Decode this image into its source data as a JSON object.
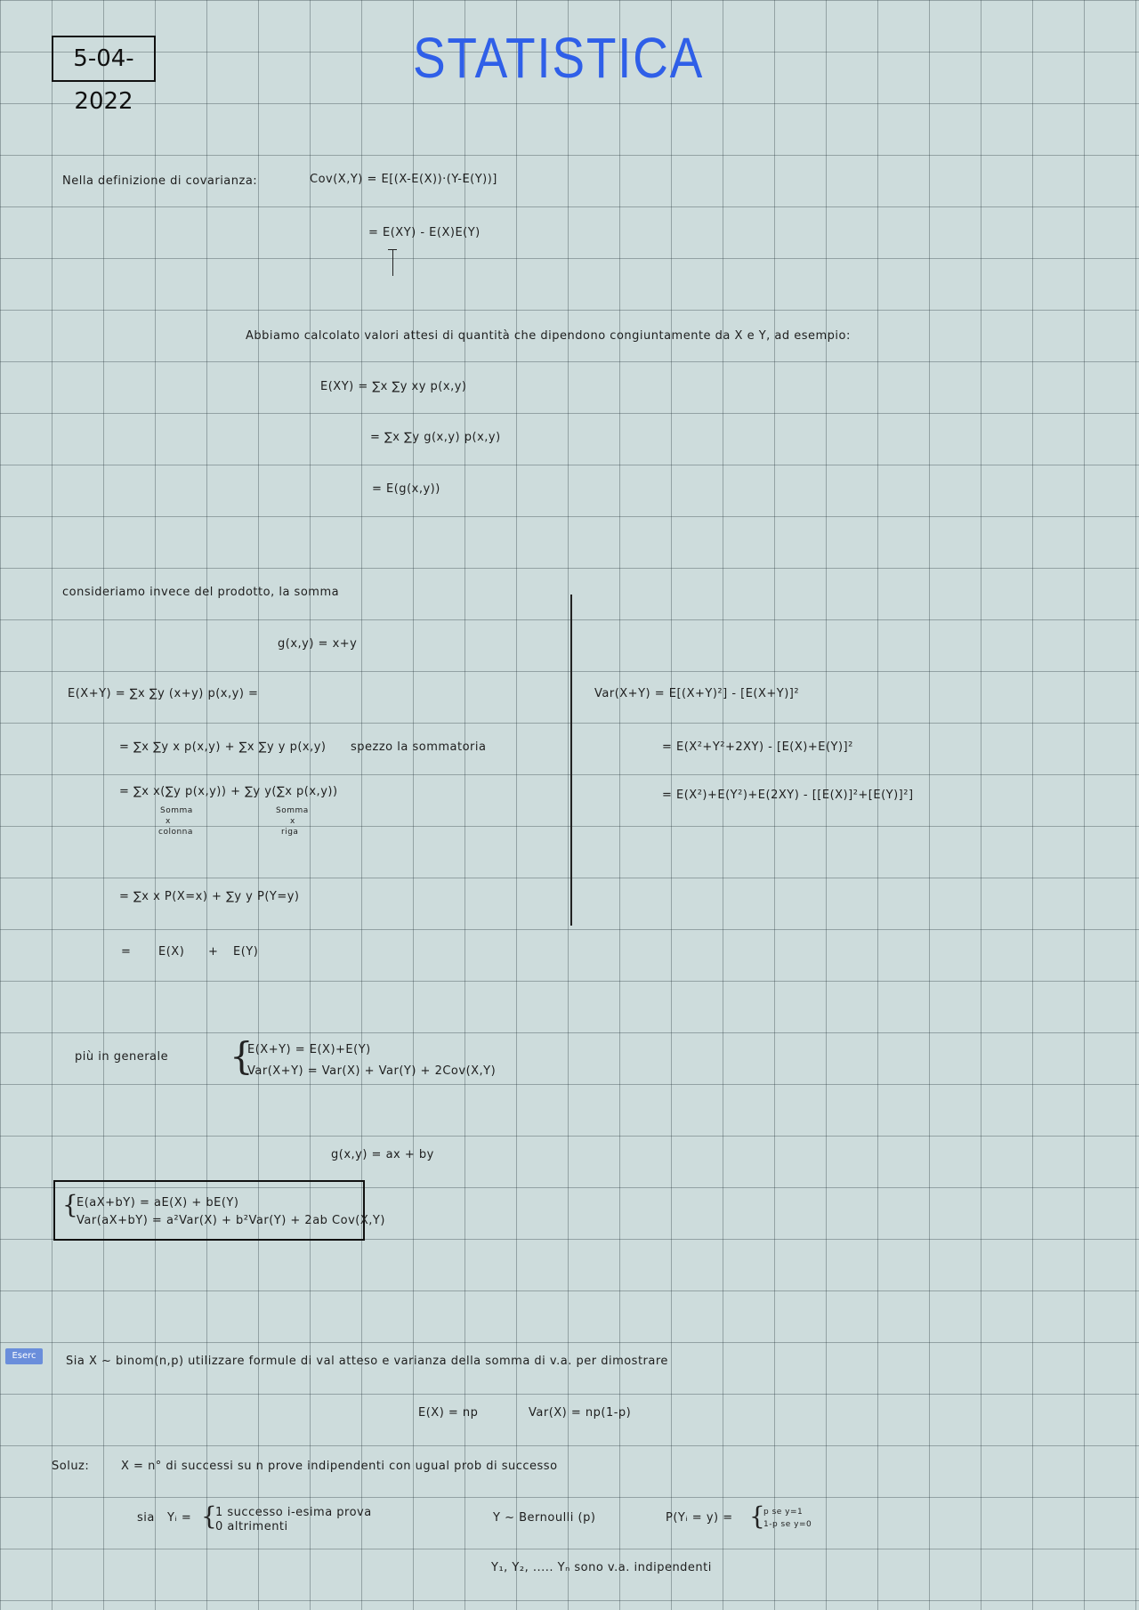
{
  "header": {
    "date": "5-04-2022",
    "title": "STATISTICA"
  },
  "covariance": {
    "intro": "Nella definizione di covarianza:",
    "formula": "Cov(X,Y) = E[(X-E(X))·(Y-E(Y))]",
    "line2": "= E(XY) - E(X)E(Y)"
  },
  "expected": {
    "text": "Abbiamo calcolato valori attesi di quantità che dipendono congiuntamente da X e Y, ad esempio:",
    "l1": "E(XY) = ∑x ∑y xy p(x,y)",
    "l2": "= ∑x ∑y g(x,y) p(x,y)",
    "l3": "= E(g(x,y))"
  },
  "sum_section": {
    "intro": "consideriamo invece del prodotto, la somma",
    "g_def": "g(x,y) = x+y",
    "l1": "E(X+Y) = ∑x ∑y (x+y) p(x,y) =",
    "l2": "= ∑x ∑y x p(x,y) + ∑x ∑y y p(x,y)",
    "l2_note": "spezzo la sommatoria",
    "l3": "= ∑x x(∑y p(x,y)) + ∑y y(∑x p(x,y))",
    "note_a1": "Somma",
    "note_a2": "x",
    "note_a3": "colonna",
    "note_b1": "Somma",
    "note_b2": "x",
    "note_b3": "riga",
    "l4": "= ∑x x P(X=x) + ∑y y P(Y=y)",
    "l5a": "=",
    "l5b": "E(X)",
    "l5c": "+",
    "l5d": "E(Y)"
  },
  "variance_side": {
    "l1": "Var(X+Y) = E[(X+Y)²] - [E(X+Y)]²",
    "l2": "= E(X²+Y²+2XY) - [E(X)+E(Y)]²",
    "l3": "= E(X²)+E(Y²)+E(2XY) - [[E(X)]²+[E(Y)]²]"
  },
  "general": {
    "intro": "più in generale",
    "s1": "E(X+Y) = E(X)+E(Y)",
    "s2": "Var(X+Y) = Var(X) + Var(Y) + 2Cov(X,Y)",
    "g_def": "g(x,y) = ax + by",
    "box1": "E(aX+bY) = aE(X) + bE(Y)",
    "box2": "Var(aX+bY) = a²Var(X) + b²Var(Y) + 2ab Cov(X,Y)"
  },
  "exercise": {
    "tag": "Eserc",
    "text": "Sia X ~ binom(n,p) utilizzare formule di val atteso e varianza della somma di v.a. per dimostrare",
    "ex": "E(X) = np",
    "var": "Var(X) = np(1-p)",
    "sol_label": "Soluz:",
    "sol_text": "X = n° di successi su n prove indipendenti con ugual prob di successo",
    "sia": "sia",
    "yi": "Yᵢ =",
    "yi1": "1  successo i-esima prova",
    "yi0": "0  altrimenti",
    "bern": "Y ~ Bernoulli (p)",
    "pmf": "P(Yᵢ = y) =",
    "pmf1": "p    se y=1",
    "pmf0": "1-p  se y=0",
    "indep": "Y₁, Y₂, ..... Yₙ    sono v.a. indipendenti"
  }
}
